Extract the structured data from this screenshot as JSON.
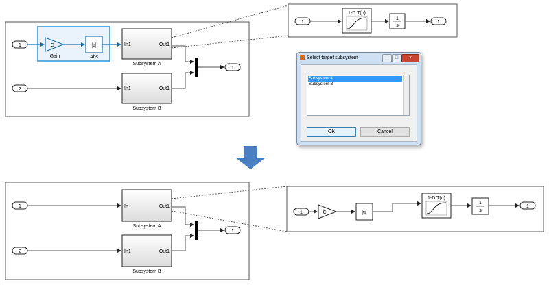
{
  "top_model": {
    "inport1": "1",
    "inport2": "2",
    "outport": "1",
    "gain_symbol": "C",
    "gain_label": "Gain",
    "abs_symbol": "|u|",
    "abs_label": "Abs",
    "subsys_a": {
      "in": "In1",
      "out": "Out1",
      "label": "Subsystem A"
    },
    "subsys_b": {
      "in": "In1",
      "out": "Out1",
      "label": "Subsystem B"
    }
  },
  "top_zoom": {
    "inport": "1",
    "lookup_label": "1-D T(u)",
    "integrator_num": "1",
    "integrator_den": "s",
    "outport": "1"
  },
  "dialog": {
    "title": "Select target subsystem",
    "items": [
      "Subsystem A",
      "Subsystem B"
    ],
    "selected_index": 0,
    "ok_label": "OK",
    "cancel_label": "Cancel"
  },
  "bottom_model": {
    "inport1": "1",
    "inport2": "2",
    "outport": "1",
    "subsys_a": {
      "in": "In",
      "out": "Out1",
      "label": "Subsystem A"
    },
    "subsys_b": {
      "in": "In1",
      "out": "Out1",
      "label": "Subsystem B"
    }
  },
  "bottom_zoom": {
    "inport": "1",
    "gain_symbol": "C",
    "abs_symbol": "|u|",
    "lookup_label": "1-D T(u)",
    "integrator_num": "1",
    "integrator_den": "s",
    "outport": "1"
  },
  "colors": {
    "highlight": "#2f8fd0",
    "arrow": "#4a7fc1",
    "line": "#333333"
  }
}
